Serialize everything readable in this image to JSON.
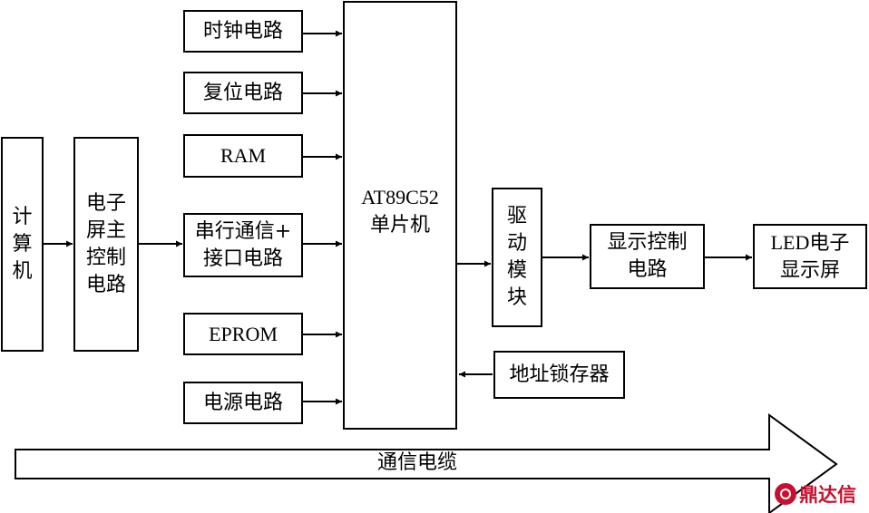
{
  "blocks": {
    "computer": "计\n算\n机",
    "screen_main_control": "电子\n屏主\n控制\n电路",
    "clock": "时钟电路",
    "reset": "复位电路",
    "ram": "RAM",
    "serial": "串行通信+\n接口电路",
    "eprom": "EPROM",
    "power": "电源电路",
    "mcu": "AT89C52\n单片机",
    "driver": "驱\n动\n模\n块",
    "address_latch": "地址锁存器",
    "display_control": "显示控制\n电路",
    "led_display": "LED电子\n显示屏"
  },
  "banner": {
    "label": "通信电缆"
  },
  "watermark": {
    "text": "鼎达信"
  }
}
